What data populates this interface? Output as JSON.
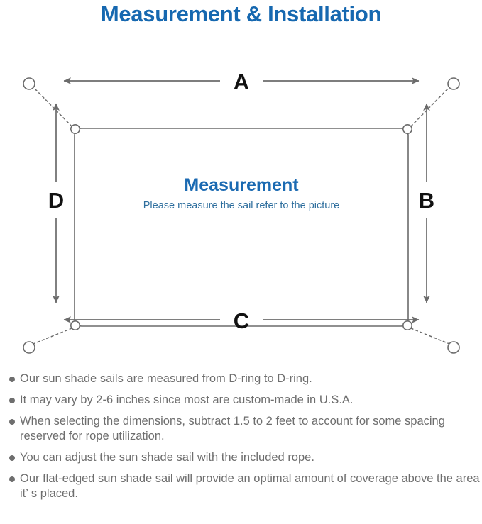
{
  "page": {
    "title": "Measurement & Installation",
    "title_color": "#1668b0",
    "background": "#ffffff"
  },
  "diagram": {
    "name": "shade-sail-measurement-diagram",
    "line_color": "#6b6b6b",
    "sail_outline_color": "#6b6b6b",
    "center": {
      "heading": "Measurement",
      "heading_color": "#1b6ab2",
      "subheading": "Please measure the sail refer to the picture",
      "subheading_color": "#2f6f9e"
    },
    "dimension_labels": [
      {
        "id": "A",
        "label": "A",
        "edge": "top",
        "orientation": "horizontal"
      },
      {
        "id": "B",
        "label": "B",
        "edge": "right",
        "orientation": "vertical"
      },
      {
        "id": "C",
        "label": "C",
        "edge": "bottom",
        "orientation": "horizontal"
      },
      {
        "id": "D",
        "label": "D",
        "edge": "left",
        "orientation": "vertical"
      }
    ],
    "anchor_points": [
      {
        "id": "top-left",
        "label": "anchor-ring-top-left"
      },
      {
        "id": "top-right",
        "label": "anchor-ring-top-right"
      },
      {
        "id": "bottom-left",
        "label": "anchor-ring-bottom-left"
      },
      {
        "id": "bottom-right",
        "label": "anchor-ring-bottom-right"
      }
    ],
    "d_rings": [
      {
        "id": "d-ring-top-left"
      },
      {
        "id": "d-ring-top-right"
      },
      {
        "id": "d-ring-bottom-left"
      },
      {
        "id": "d-ring-bottom-right"
      }
    ]
  },
  "notes": {
    "bullet_color": "#6e6e6e",
    "text_color": "#6e6e6e",
    "items": [
      {
        "text": "Our sun shade sails are measured from D-ring to D-ring."
      },
      {
        "text": "It may vary by 2-6 inches since most are custom-made in U.S.A."
      },
      {
        "text": "When selecting the dimensions, subtract 1.5 to 2 feet to account for some spacing reserved for rope utilization."
      },
      {
        "text": "You can adjust the sun shade sail with the included rope."
      },
      {
        "text": "Our flat-edged sun shade sail will provide an optimal amount of coverage above the area it’ s placed."
      }
    ]
  }
}
